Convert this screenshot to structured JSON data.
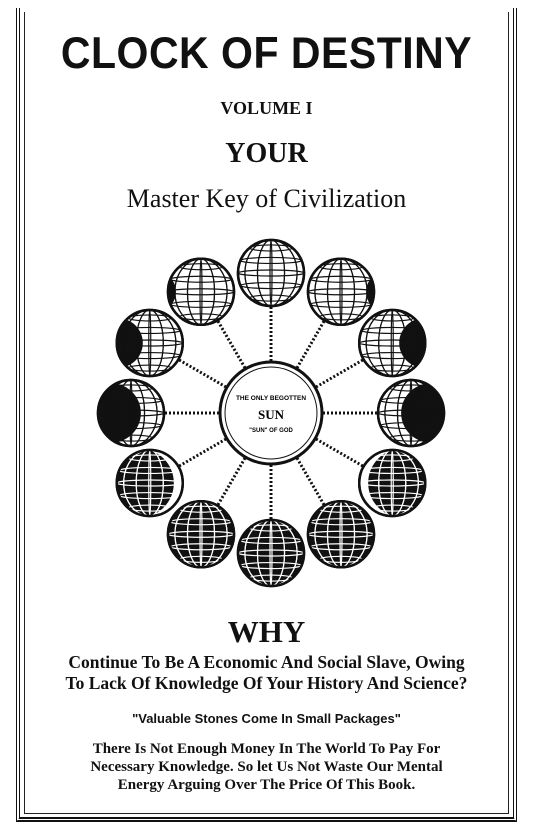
{
  "cover": {
    "title": "CLOCK OF DESTINY",
    "volume": "VOLUME I",
    "your": "YOUR",
    "subtitle": "Master Key of Civilization",
    "center": {
      "line1": "THE ONLY BEGOTTEN",
      "line2": "SUN",
      "line3": "\"SUN\" OF GOD"
    },
    "why": "WHY",
    "question_line1": "Continue To Be A Economic And Social Slave, Owing",
    "question_line2": "To Lack Of Knowledge Of Your History And Science?",
    "quote": "\"Valuable Stones Come In Small Packages\"",
    "para_line1": "There Is Not Enough Money In The World To Pay For",
    "para_line2": "Necessary Knowledge.  So let Us Not Waste Our Mental",
    "para_line3": "Energy Arguing Over The Price Of This Book."
  },
  "colors": {
    "ink": "#111111",
    "paper": "#ffffff"
  },
  "illustration": {
    "globe_count": 12,
    "icon": "globe-icon"
  }
}
